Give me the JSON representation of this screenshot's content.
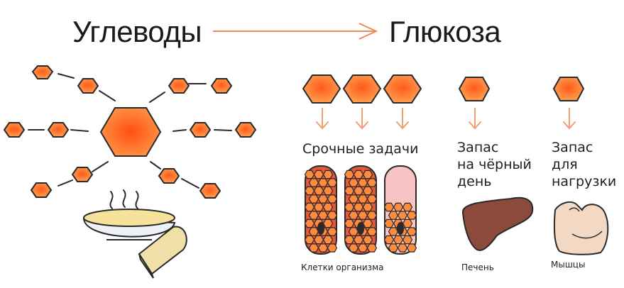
{
  "titles": {
    "source": "Углеводы",
    "target": "Глюкоза"
  },
  "groups": {
    "urgent": "Срочные задачи",
    "liver_heading": [
      "Запас",
      "на чёрный",
      "день"
    ],
    "muscle_heading": [
      "Запас",
      "для",
      "нагрузки"
    ]
  },
  "captions": {
    "cells": "Клетки организма",
    "liver": "Печень",
    "muscles": "Мышцы"
  },
  "colors": {
    "hex_fill": "#ff8a3a",
    "hex_center": "#ff6a1a",
    "hex_stroke": "#2a2a2a",
    "arrow": "#f0a070",
    "cell_fill": "#e3573a",
    "cell_light": "#f7c3c3",
    "liver": "#8b4a3c",
    "muscle": "#f3d8c3"
  },
  "icons": [
    "glucose-hex-icon",
    "cell-icon",
    "liver-icon",
    "muscle-arm-icon",
    "food-bowl-icon",
    "bread-icon"
  ]
}
